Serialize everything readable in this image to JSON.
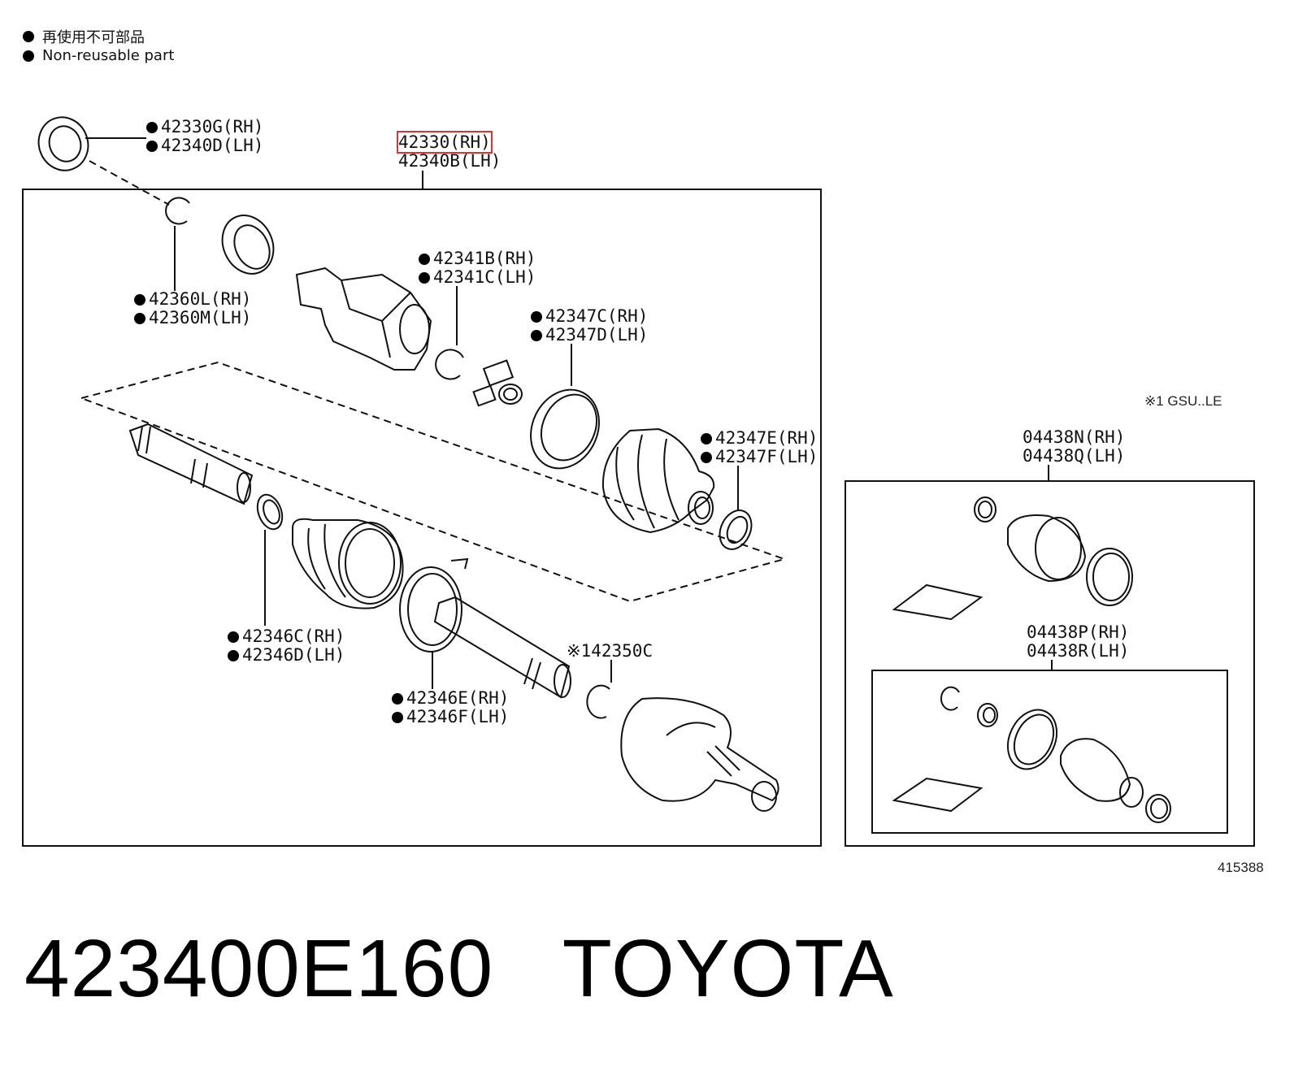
{
  "legend": {
    "jp": "再使用不可部品",
    "en": "Non-reusable part"
  },
  "labels": {
    "dust_seal": [
      "42330G(RH)",
      "42340D(LH)"
    ],
    "assembly": [
      "42330(RH)",
      "42340B(LH)"
    ],
    "snap_ring": [
      "42360L(RH)",
      "42360M(LH)"
    ],
    "ring_c": [
      "42341B(RH)",
      "42341C(LH)"
    ],
    "clamp_a": [
      "42347C(RH)",
      "42347D(LH)"
    ],
    "clamp_b": [
      "42347E(RH)",
      "42347F(LH)"
    ],
    "clamp_c": [
      "42346C(RH)",
      "42346D(LH)"
    ],
    "clamp_d": [
      "42346E(RH)",
      "42346F(LH)"
    ],
    "snap_ring_b": "※142350C",
    "boot_kit_outer": [
      "04438N(RH)",
      "04438Q(LH)"
    ],
    "boot_kit_inner": [
      "04438P(RH)",
      "04438R(LH)"
    ]
  },
  "note": "※1 GSU..LE",
  "figure_number": "415388",
  "title": "423400E160   TOYOTA",
  "colors": {
    "line": "#111111",
    "highlight": "#d33333"
  }
}
